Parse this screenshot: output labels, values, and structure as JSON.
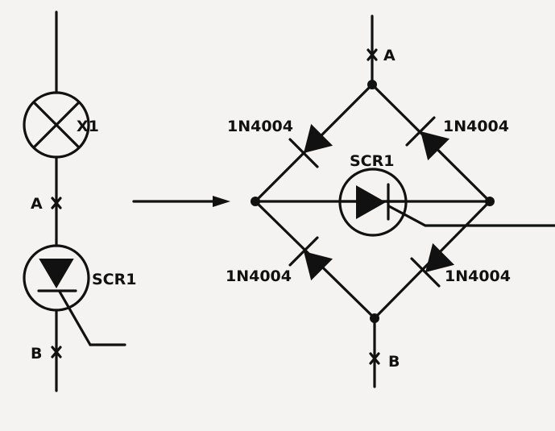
{
  "left_circuit": {
    "lamp_label": "X1",
    "scr_label": "SCR1",
    "terminal_a": "A",
    "terminal_b": "B"
  },
  "bridge_circuit": {
    "terminal_a": "A",
    "terminal_b": "B",
    "scr_label": "SCR1",
    "diode_labels": [
      "1N4004",
      "1N4004",
      "1N4004",
      "1N4004"
    ]
  },
  "colors": {
    "ink": "#111111",
    "paper": "#f4f3f1"
  }
}
